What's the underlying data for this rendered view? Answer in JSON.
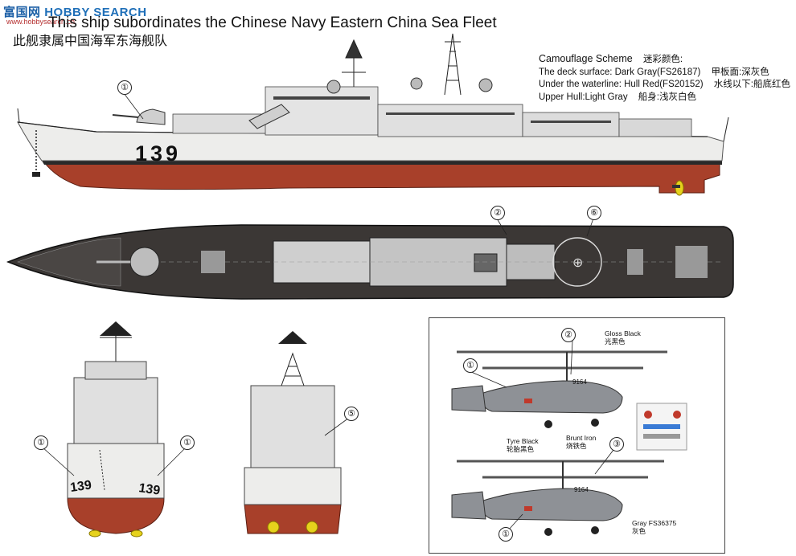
{
  "header": {
    "logo_text": "HOBBY SEARCH",
    "logo_cn": "富国网",
    "logo_url": "www.hobbysearch.cn",
    "title_en": "This ship subordinates the Chinese Navy Eastern China Sea Fleet",
    "title_cn": "此舰隶属中国海军东海舰队"
  },
  "camouflage": {
    "title": "Camouflage  Scheme",
    "title_cn": "迷彩颜色:",
    "rows": [
      {
        "en": "The deck surface: Dark Gray(FS26187)",
        "cn": "甲板面:深灰色"
      },
      {
        "en": "Under the waterline: Hull Red(FS20152)",
        "cn": "水线以下:船底红色"
      },
      {
        "en": "Upper Hull:Light Gray",
        "cn": "船身:浅灰白色"
      }
    ]
  },
  "ship": {
    "hull_number": "139",
    "bow_number": "139"
  },
  "callouts": {
    "c1": "①",
    "c2": "②",
    "c3": "③",
    "c5": "⑤",
    "c6": "⑥"
  },
  "heli_labels": {
    "gloss_black": "Gloss Black",
    "gloss_black_cn": "光黑色",
    "tyre_black": "Tyre Black",
    "tyre_black_cn": "轮胎黑色",
    "brunt_iron": "Brunt Iron",
    "brunt_iron_cn": "烧铁色",
    "gray": "Gray FS36375",
    "gray_cn": "灰色",
    "heli_number_top": "9164",
    "heli_number_bottom": "9164"
  },
  "colors": {
    "hull_red": "#a8402a",
    "deck_dark": "#3b3735",
    "hull_light": "#e9e9e7",
    "heli_gray": "#8e9196",
    "prop_yellow": "#e6d21c"
  }
}
